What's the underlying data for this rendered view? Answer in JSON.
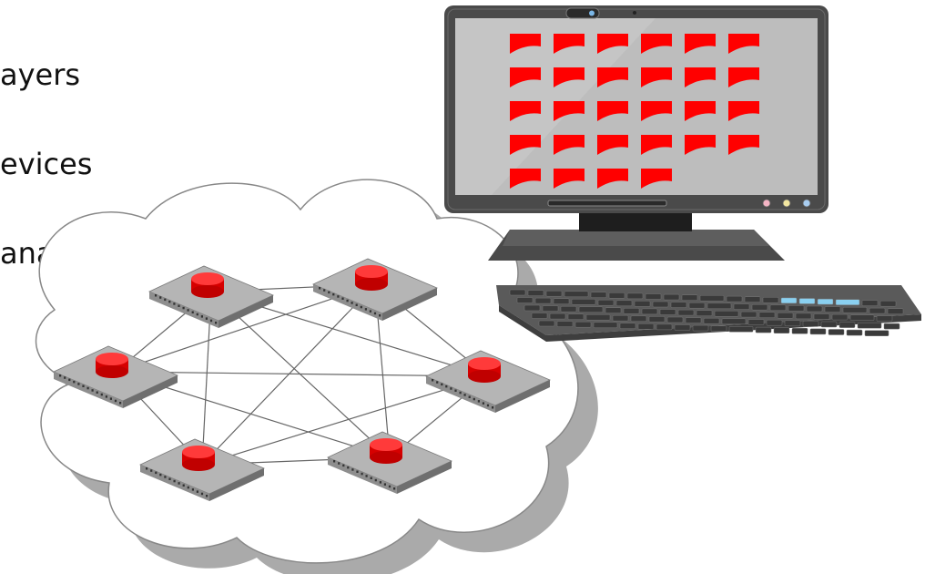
{
  "bullets": [
    "ayers",
    "evices",
    "anagement"
  ],
  "network": {
    "switch_count": 6,
    "links": [
      [
        0,
        1
      ],
      [
        0,
        2
      ],
      [
        0,
        3
      ],
      [
        0,
        4
      ],
      [
        0,
        5
      ],
      [
        1,
        2
      ],
      [
        1,
        3
      ],
      [
        1,
        4
      ],
      [
        1,
        5
      ],
      [
        2,
        3
      ],
      [
        2,
        4
      ],
      [
        2,
        5
      ],
      [
        3,
        4
      ],
      [
        3,
        5
      ],
      [
        4,
        5
      ]
    ]
  },
  "monitor": {
    "icon_rows": [
      6,
      6,
      6,
      6,
      4
    ],
    "led_colors": [
      "#f4b4c4",
      "#f2e6a0",
      "#a8cdf0"
    ]
  },
  "colors": {
    "accent": "#ff0000",
    "cloud_outline": "#888888",
    "cloud_shadow": "#aaaaaa",
    "switch_top": "#b5b5b5",
    "screen": "#bdbdbd",
    "bezel": "#4a4a4a"
  }
}
